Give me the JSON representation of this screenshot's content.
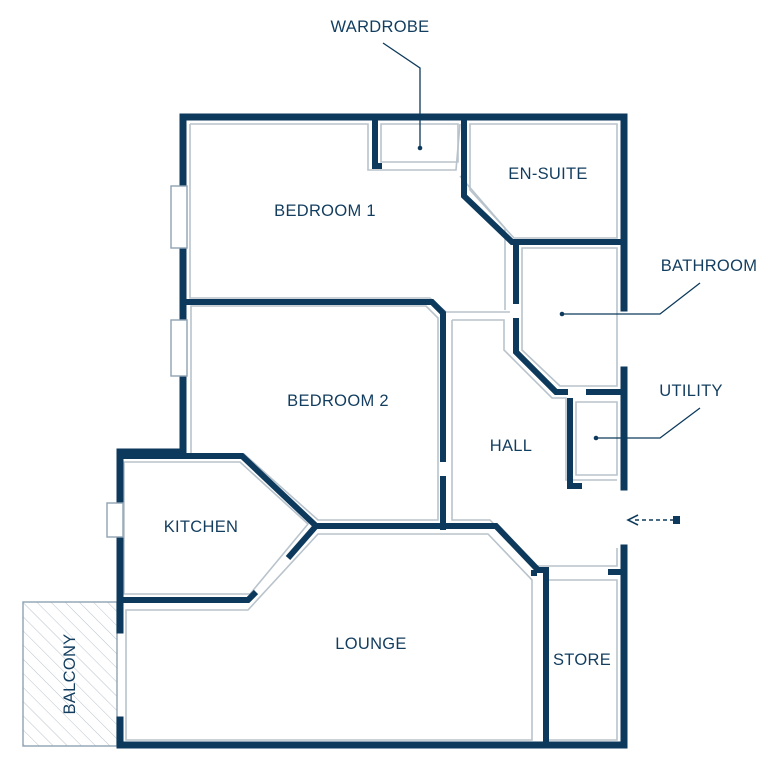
{
  "rooms": {
    "wardrobe": "WARDROBE",
    "ensuite": "EN-SUITE",
    "bedroom1": "BEDROOM 1",
    "bathroom": "BATHROOM",
    "bedroom2": "BEDROOM 2",
    "utility": "UTILITY",
    "hall": "HALL",
    "kitchen": "KITCHEN",
    "lounge": "LOUNGE",
    "store": "STORE",
    "balcony": "BALCONY"
  },
  "icons": {
    "entrance": "entrance-arrow-icon"
  },
  "colors": {
    "walls": "#0d3a5c",
    "text": "#123d5f",
    "finish": "#b9c3cc"
  }
}
